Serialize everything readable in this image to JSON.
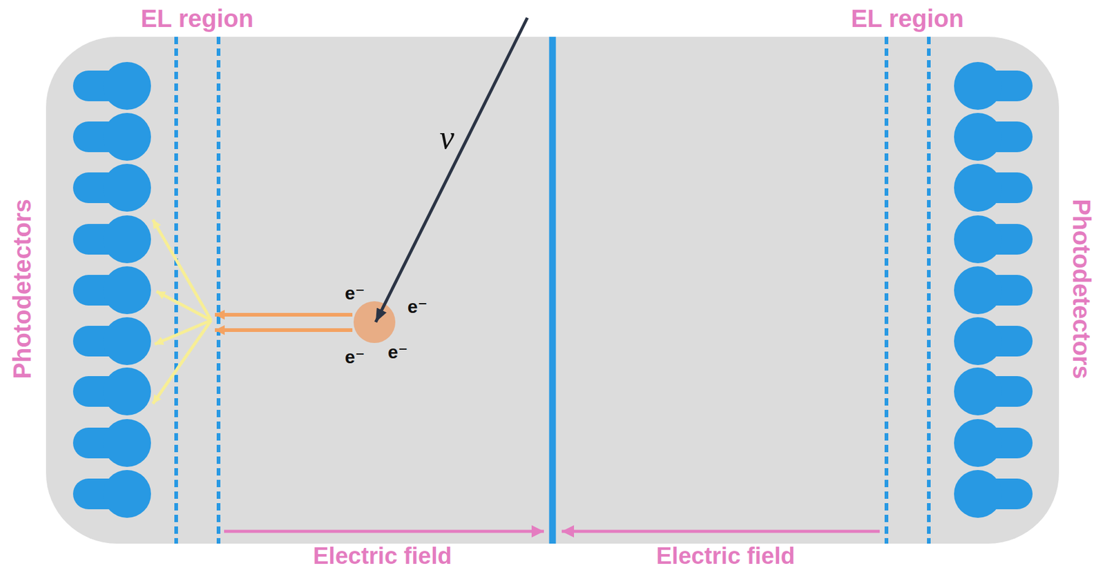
{
  "diagram": {
    "labels": [
      "EL region",
      "EL region",
      "Photodetectors",
      "Photodetectors",
      "ν",
      "e⁻",
      "e⁻",
      "e⁻",
      "e⁻",
      "Electric field",
      "Electric field"
    ]
  }
}
